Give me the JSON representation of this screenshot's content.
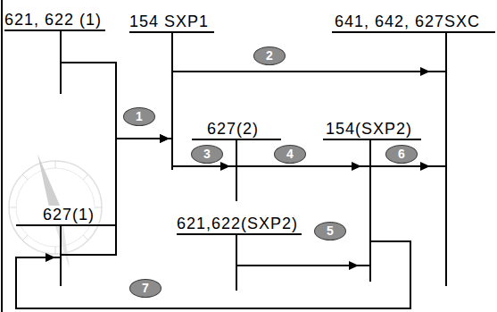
{
  "diagram": {
    "nodes": [
      {
        "text": [
          "621, 622 (1)"
        ]
      },
      {
        "text": [
          "154 SXP1"
        ]
      },
      {
        "text": [
          "641, 642, 627SXC"
        ]
      },
      {
        "text": [
          "627(2)"
        ]
      },
      {
        "text": [
          "154(SXP2)"
        ]
      },
      {
        "text": [
          "627(1)"
        ]
      },
      {
        "text": [
          "621,622(SXP2)"
        ]
      }
    ],
    "edges": [
      {
        "from": 0,
        "to": 1,
        "arrow": "to"
      },
      {
        "from": 5,
        "to": 1,
        "arrow": "to"
      },
      {
        "from": 1,
        "to": 2,
        "arrow": "to"
      },
      {
        "from": 1,
        "to": 3,
        "arrow": "to"
      },
      {
        "from": 3,
        "to": 4,
        "arrow": "to"
      },
      {
        "from": 6,
        "to": 4,
        "arrow": "to"
      },
      {
        "from": 4,
        "to": 2,
        "arrow": "to"
      },
      {
        "from": 4,
        "to": 5,
        "arrow": "to"
      }
    ],
    "labels": [
      "1",
      "2",
      "3",
      "4",
      "5",
      "6",
      "7"
    ]
  }
}
